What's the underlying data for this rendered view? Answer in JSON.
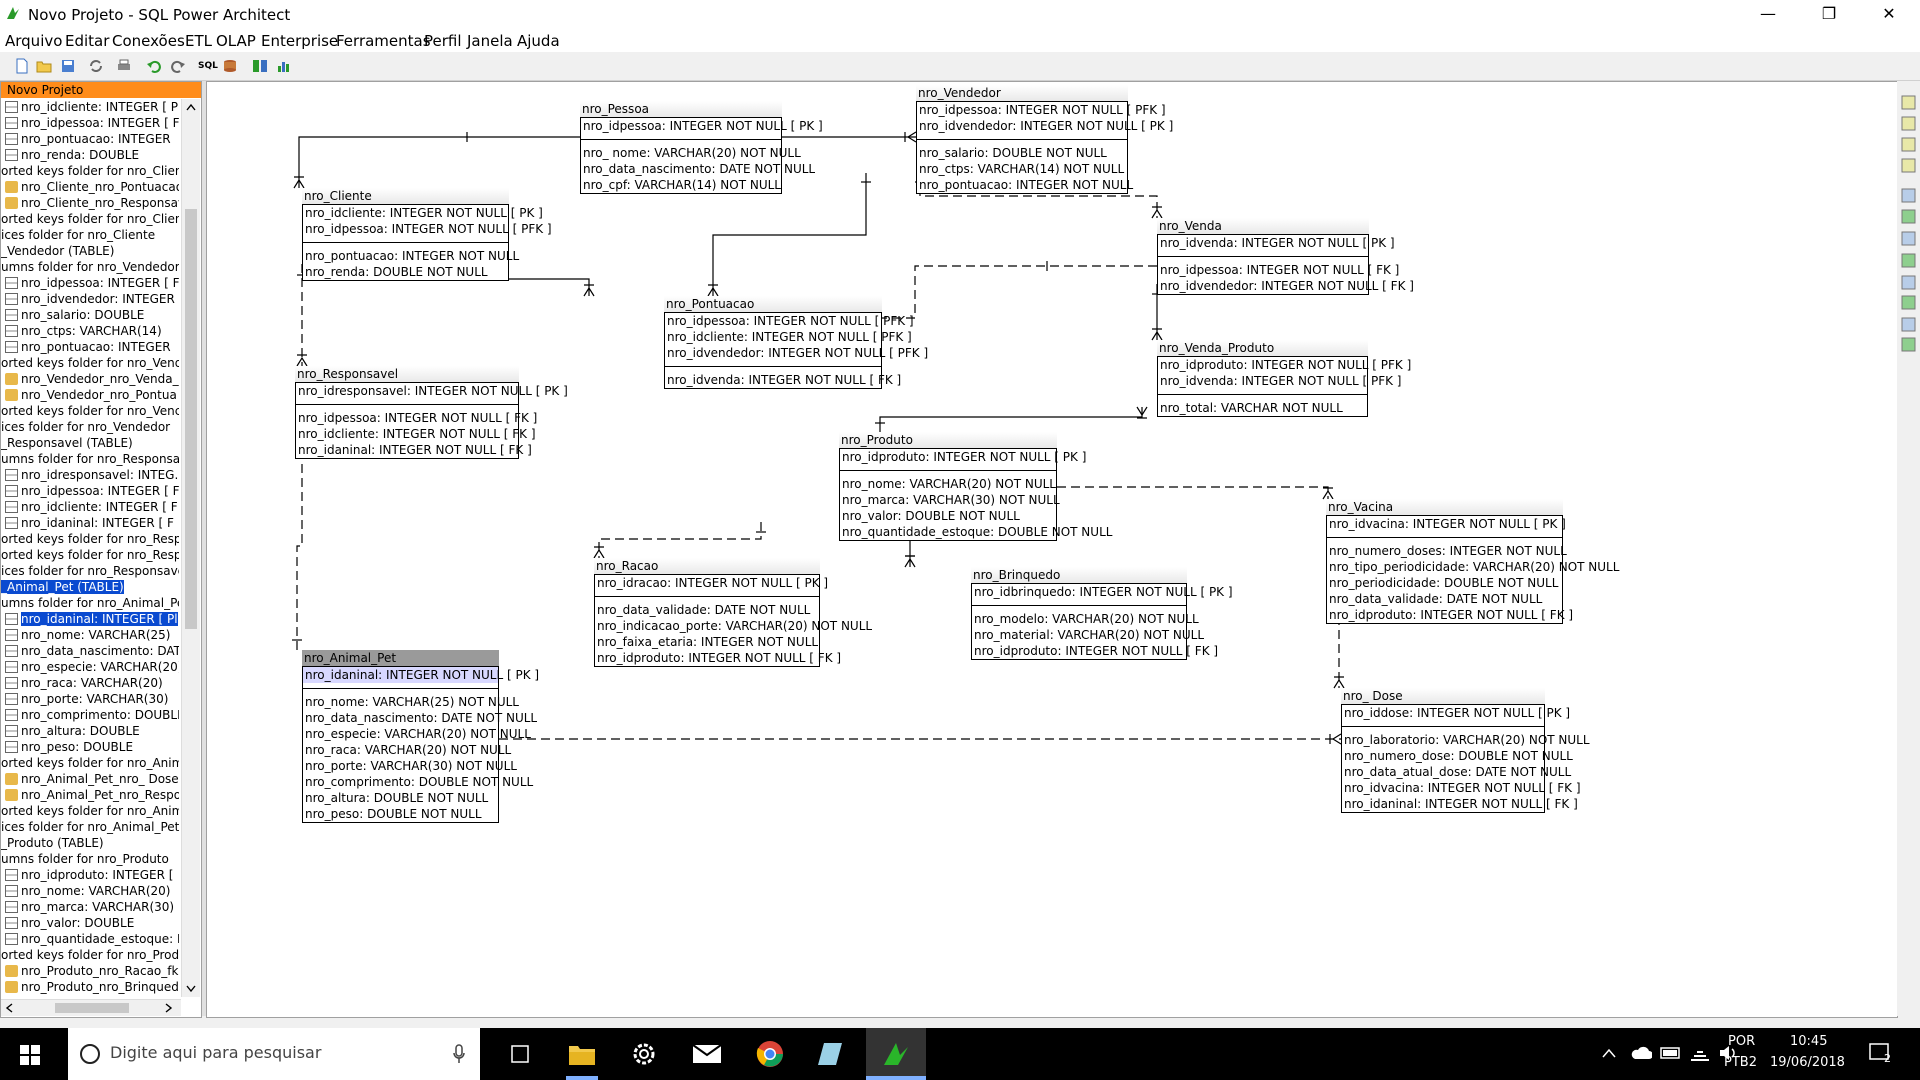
{
  "window": {
    "title": "Novo Projeto - SQL Power Architect",
    "minimize": "—",
    "maximize": "❐",
    "close": "✕"
  },
  "menu": [
    "Arquivo",
    "Editar",
    "Conexões",
    "ETL",
    "OLAP",
    "Enterprise",
    "Ferramentas",
    "Perfil",
    "Janela",
    "Ajuda"
  ],
  "toolbar": {
    "sql_label": "SQL"
  },
  "tree": {
    "header": "Novo Projeto",
    "items": [
      {
        "icon": "column",
        "text": "nro_idcliente: INTEGER  [ P"
      },
      {
        "icon": "column",
        "text": "nro_idpessoa: INTEGER  [ F"
      },
      {
        "icon": "column",
        "text": "nro_pontuacao: INTEGER"
      },
      {
        "icon": "column",
        "text": "nro_renda: DOUBLE"
      },
      {
        "icon": "none",
        "text": "orted keys folder for nro_Clien"
      },
      {
        "icon": "key",
        "text": "nro_Cliente_nro_Pontuacao"
      },
      {
        "icon": "key",
        "text": "nro_Cliente_nro_Responsav"
      },
      {
        "icon": "none",
        "text": "orted keys folder for nro_Clien"
      },
      {
        "icon": "none",
        "text": "ices folder for nro_Cliente"
      },
      {
        "icon": "none",
        "text": "_Vendedor (TABLE)"
      },
      {
        "icon": "none",
        "text": "umns folder for nro_Vendedor"
      },
      {
        "icon": "column",
        "text": "nro_idpessoa: INTEGER  [ F"
      },
      {
        "icon": "column",
        "text": "nro_idvendedor: INTEGER"
      },
      {
        "icon": "column",
        "text": "nro_salario: DOUBLE"
      },
      {
        "icon": "column",
        "text": "nro_ctps: VARCHAR(14)"
      },
      {
        "icon": "column",
        "text": "nro_pontuacao: INTEGER"
      },
      {
        "icon": "none",
        "text": "orted keys folder for nro_Vend"
      },
      {
        "icon": "key",
        "text": "nro_Vendedor_nro_Venda_"
      },
      {
        "icon": "key",
        "text": "nro_Vendedor_nro_Pontua"
      },
      {
        "icon": "none",
        "text": "orted keys folder for nro_Venc"
      },
      {
        "icon": "none",
        "text": "ices folder for nro_Vendedor"
      },
      {
        "icon": "none",
        "text": "_Responsavel (TABLE)"
      },
      {
        "icon": "none",
        "text": "umns folder for nro_Responsav"
      },
      {
        "icon": "column",
        "text": "nro_idresponsavel: INTEG..."
      },
      {
        "icon": "column",
        "text": "nro_idpessoa: INTEGER  [ F"
      },
      {
        "icon": "column",
        "text": "nro_idcliente: INTEGER  [ F"
      },
      {
        "icon": "column",
        "text": "nro_idaninal: INTEGER  [ F"
      },
      {
        "icon": "none",
        "text": "orted keys folder for nro_Resp"
      },
      {
        "icon": "none",
        "text": "orted keys folder for nro_Resp"
      },
      {
        "icon": "none",
        "text": "ices folder for nro_Responsave"
      },
      {
        "icon": "none",
        "text": "_Animal_Pet (TABLE)",
        "selected": true
      },
      {
        "icon": "none",
        "text": "umns folder for nro_Animal_Pe"
      },
      {
        "icon": "column",
        "text": "nro_idaninal: INTEGER  [ Pl",
        "selected": true
      },
      {
        "icon": "column",
        "text": "nro_nome: VARCHAR(25)"
      },
      {
        "icon": "column",
        "text": "nro_data_nascimento: DAT"
      },
      {
        "icon": "column",
        "text": "nro_especie: VARCHAR(20)"
      },
      {
        "icon": "column",
        "text": "nro_raca: VARCHAR(20)"
      },
      {
        "icon": "column",
        "text": "nro_porte: VARCHAR(30)"
      },
      {
        "icon": "column",
        "text": "nro_comprimento: DOUBLE"
      },
      {
        "icon": "column",
        "text": "nro_altura: DOUBLE"
      },
      {
        "icon": "column",
        "text": "nro_peso: DOUBLE"
      },
      {
        "icon": "none",
        "text": "orted keys folder for nro_Anim"
      },
      {
        "icon": "key",
        "text": "nro_Animal_Pet_nro_ Dose"
      },
      {
        "icon": "key",
        "text": "nro_Animal_Pet_nro_Respo"
      },
      {
        "icon": "none",
        "text": "orted keys folder for nro_Anim"
      },
      {
        "icon": "none",
        "text": "ices folder for nro_Animal_Pet"
      },
      {
        "icon": "none",
        "text": "_Produto (TABLE)"
      },
      {
        "icon": "none",
        "text": "umns folder for nro_Produto"
      },
      {
        "icon": "column",
        "text": "nro_idproduto: INTEGER  ["
      },
      {
        "icon": "column",
        "text": "nro_nome: VARCHAR(20)"
      },
      {
        "icon": "column",
        "text": "nro_marca: VARCHAR(30)"
      },
      {
        "icon": "column",
        "text": "nro_valor: DOUBLE"
      },
      {
        "icon": "column",
        "text": "nro_quantidade_estoque: D"
      },
      {
        "icon": "none",
        "text": "orted keys folder for nro_Produ"
      },
      {
        "icon": "key",
        "text": "nro_Produto_nro_Racao_fk"
      },
      {
        "icon": "key",
        "text": "nro_Produto_nro_Brinquedc"
      }
    ]
  },
  "tables": [
    {
      "id": "pessoa",
      "name": "nro_Pessoa",
      "pk": [
        "nro_idpessoa: INTEGER   NOT NULL  [ PK ]"
      ],
      "cols": [
        "nro_ nome: VARCHAR(20)   NOT NULL",
        "nro_data_nascimento: DATE   NOT NULL",
        "nro_cpf: VARCHAR(14)   NOT NULL"
      ]
    },
    {
      "id": "vendedor",
      "name": "nro_Vendedor",
      "pk": [
        "nro_idpessoa: INTEGER   NOT NULL  [ PFK ]",
        "nro_idvendedor: INTEGER   NOT NULL  [ PK ]"
      ],
      "cols": [
        "nro_salario: DOUBLE   NOT NULL",
        "nro_ctps: VARCHAR(14)   NOT NULL",
        "nro_pontuacao: INTEGER   NOT NULL"
      ]
    },
    {
      "id": "cliente",
      "name": "nro_Cliente",
      "pk": [
        "nro_idcliente: INTEGER   NOT NULL  [ PK ]",
        "nro_idpessoa: INTEGER   NOT NULL  [ PFK ]"
      ],
      "cols": [
        "nro_pontuacao: INTEGER   NOT NULL",
        "nro_renda: DOUBLE   NOT NULL"
      ]
    },
    {
      "id": "venda",
      "name": "nro_Venda",
      "pk": [
        "nro_idvenda: INTEGER   NOT NULL  [ PK ]"
      ],
      "cols": [
        "nro_idpessoa: INTEGER   NOT NULL  [ FK ]",
        "nro_idvendedor: INTEGER   NOT NULL  [ FK ]"
      ]
    },
    {
      "id": "pontuacao",
      "name": "nro_Pontuacao",
      "pk": [
        "nro_idpessoa: INTEGER   NOT NULL  [ PFK ]",
        "nro_idcliente: INTEGER   NOT NULL  [ PFK ]",
        "nro_idvendedor: INTEGER   NOT NULL  [ PFK ]"
      ],
      "cols": [
        "nro_idvenda: INTEGER   NOT NULL  [ FK ]"
      ]
    },
    {
      "id": "vendaproduto",
      "name": "nro_Venda_Produto",
      "pk": [
        "nro_idproduto: INTEGER   NOT NULL  [ PFK ]",
        "nro_idvenda: INTEGER   NOT NULL  [ PFK ]"
      ],
      "cols": [
        "nro_total: VARCHAR   NOT NULL"
      ]
    },
    {
      "id": "responsavel",
      "name": "nro_Responsavel",
      "pk": [
        "nro_idresponsavel: INTEGER   NOT NULL  [ PK ]"
      ],
      "cols": [
        "nro_idpessoa: INTEGER   NOT NULL  [ FK ]",
        "nro_idcliente: INTEGER   NOT NULL  [ FK ]",
        "nro_idaninal: INTEGER   NOT NULL  [ FK ]"
      ]
    },
    {
      "id": "produto",
      "name": "nro_Produto",
      "pk": [
        "nro_idproduto: INTEGER   NOT NULL  [ PK ]"
      ],
      "cols": [
        "nro_nome: VARCHAR(20)   NOT NULL",
        "nro_marca: VARCHAR(30)   NOT NULL",
        "nro_valor: DOUBLE   NOT NULL",
        "nro_quantidade_estoque: DOUBLE   NOT NULL"
      ]
    },
    {
      "id": "vacina",
      "name": "nro_Vacina",
      "pk": [
        "nro_idvacina: INTEGER   NOT NULL  [ PK ]"
      ],
      "cols": [
        "nro_numero_doses: INTEGER   NOT NULL",
        "nro_tipo_periodicidade: VARCHAR(20)   NOT NULL",
        "nro_periodicidade: DOUBLE   NOT NULL",
        "nro_data_validade: DATE   NOT NULL",
        "nro_idproduto: INTEGER   NOT NULL  [ FK ]"
      ]
    },
    {
      "id": "racao",
      "name": "nro_Racao",
      "pk": [
        "nro_idracao: INTEGER   NOT NULL  [ PK ]"
      ],
      "cols": [
        "nro_data_validade: DATE   NOT NULL",
        "nro_indicacao_porte: VARCHAR(20)   NOT NULL",
        "nro_faixa_etaria: INTEGER   NOT NULL",
        "nro_idproduto: INTEGER   NOT NULL  [ FK ]"
      ]
    },
    {
      "id": "brinquedo",
      "name": "nro_Brinquedo",
      "pk": [
        "nro_idbrinquedo: INTEGER   NOT NULL  [ PK ]"
      ],
      "cols": [
        "nro_modelo: VARCHAR(20)   NOT NULL",
        "nro_material: VARCHAR(20)   NOT NULL",
        "nro_idproduto: INTEGER   NOT NULL  [ FK ]"
      ]
    },
    {
      "id": "animalpet",
      "name": "nro_Animal_Pet",
      "selected": true,
      "pk": [
        "nro_idaninal: INTEGER   NOT NULL  [ PK ]"
      ],
      "cols": [
        "nro_nome: VARCHAR(25)   NOT NULL",
        "nro_data_nascimento: DATE   NOT NULL",
        "nro_especie: VARCHAR(20)   NOT NULL",
        "nro_raca: VARCHAR(20)   NOT NULL",
        "nro_porte: VARCHAR(30)   NOT NULL",
        "nro_comprimento: DOUBLE   NOT NULL",
        "nro_altura: DOUBLE   NOT NULL",
        "nro_peso: DOUBLE   NOT NULL"
      ]
    },
    {
      "id": "dose",
      "name": "nro_ Dose",
      "pk": [
        "nro_iddose: INTEGER   NOT NULL  [ PK ]"
      ],
      "cols": [
        "nro_laboratorio: VARCHAR(20)   NOT NULL",
        "nro_numero_dose: DOUBLE   NOT NULL",
        "nro_data_atual_dose: DATE   NOT NULL",
        "nro_idvacina: INTEGER   NOT NULL  [ FK ]",
        "nro_idaninal: INTEGER   NOT NULL  [ FK ]"
      ]
    }
  ],
  "taskbar": {
    "search_placeholder": "Digite aqui para pesquisar",
    "lang_top": "POR",
    "lang_bottom": "PTB2",
    "time": "10:45",
    "date": "19/06/2018",
    "notifications": "2"
  }
}
